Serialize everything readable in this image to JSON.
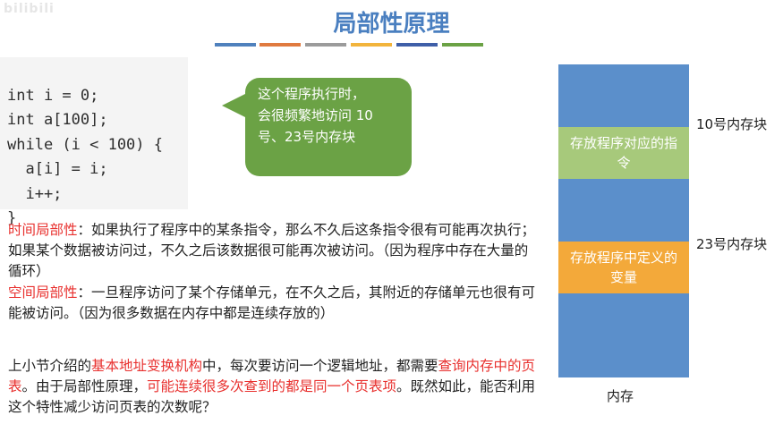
{
  "watermark": "bilibili",
  "title": "局部性原理",
  "title_bar_colors": [
    "#4f81bd",
    "#e07a3f",
    "#9b9b9b",
    "#f2b43c",
    "#3f5fa8",
    "#6ba245"
  ],
  "code_lines": [
    "int i = 0;",
    "int a[100];",
    "while (i < 100) {",
    "  a[i] = i;",
    "  i++;",
    "}"
  ],
  "bubble": {
    "line1": "这个程序执行时，",
    "line2": "会很频繁地访问 10",
    "line3": "号、23号内存块"
  },
  "temporal": {
    "term": "时间局部性",
    "text": "：如果执行了程序中的某条指令，那么不久后这条指令很有可能再次执行；如果某个数据被访问过，不久之后该数据很可能再次被访问。（因为程序中存在大量的循环）"
  },
  "spatial": {
    "term": "空间局部性",
    "text": "：一旦程序访问了某个存储单元，在不久之后，其附近的存储单元也很有可能被访问。（因为很多数据在内存中都是连续存放的）"
  },
  "summary": {
    "part1": "上小节介绍的",
    "highlight1": "基本地址变换机构",
    "part2": "中，每次要访问一个逻辑地址，都需要",
    "highlight2": "查询内存中的页表",
    "part3": "。由于局部性原理，",
    "highlight3": "可能连续很多次查到的都是同一个页表项",
    "part4": "。既然如此，能否利用这个特性减少访问页表的次数呢？"
  },
  "memory": {
    "block10_label": "10号内存块",
    "block23_label": "23号内存块",
    "green_block": "存放程序对应的指令",
    "orange_block": "存放程序中定义的变量",
    "caption": "内存"
  },
  "colors": {
    "title": "#4a7fc0",
    "highlight_red": "#e8302e",
    "bubble_green": "#6ba245",
    "memory_blue": "#5b8fcb",
    "instruction_green": "#a7c97b",
    "variable_orange": "#f3a93a"
  }
}
